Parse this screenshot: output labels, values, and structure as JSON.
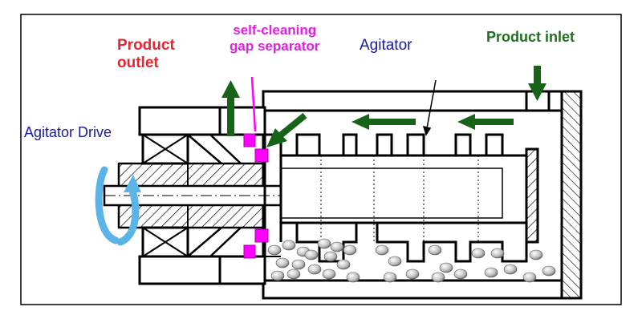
{
  "labels": {
    "product_outlet": [
      "Product",
      "outlet"
    ],
    "gap_separator": [
      "self-cleaning",
      "gap separator"
    ],
    "agitator": "Agitator",
    "product_inlet": "Product inlet",
    "agitator_drive": "Agitator Drive"
  },
  "colors": {
    "outlet_label": "#e8262d",
    "gap_label": "#e020e0",
    "agitator_label": "#1a1aa0",
    "inlet_label": "#1f6f1f",
    "drive_label": "#1a1aa0",
    "flow_arrow": "#176317",
    "gap_separator": "#ff00ff",
    "rotation_arrow": "#5ab4e8",
    "outline": "#000000"
  }
}
